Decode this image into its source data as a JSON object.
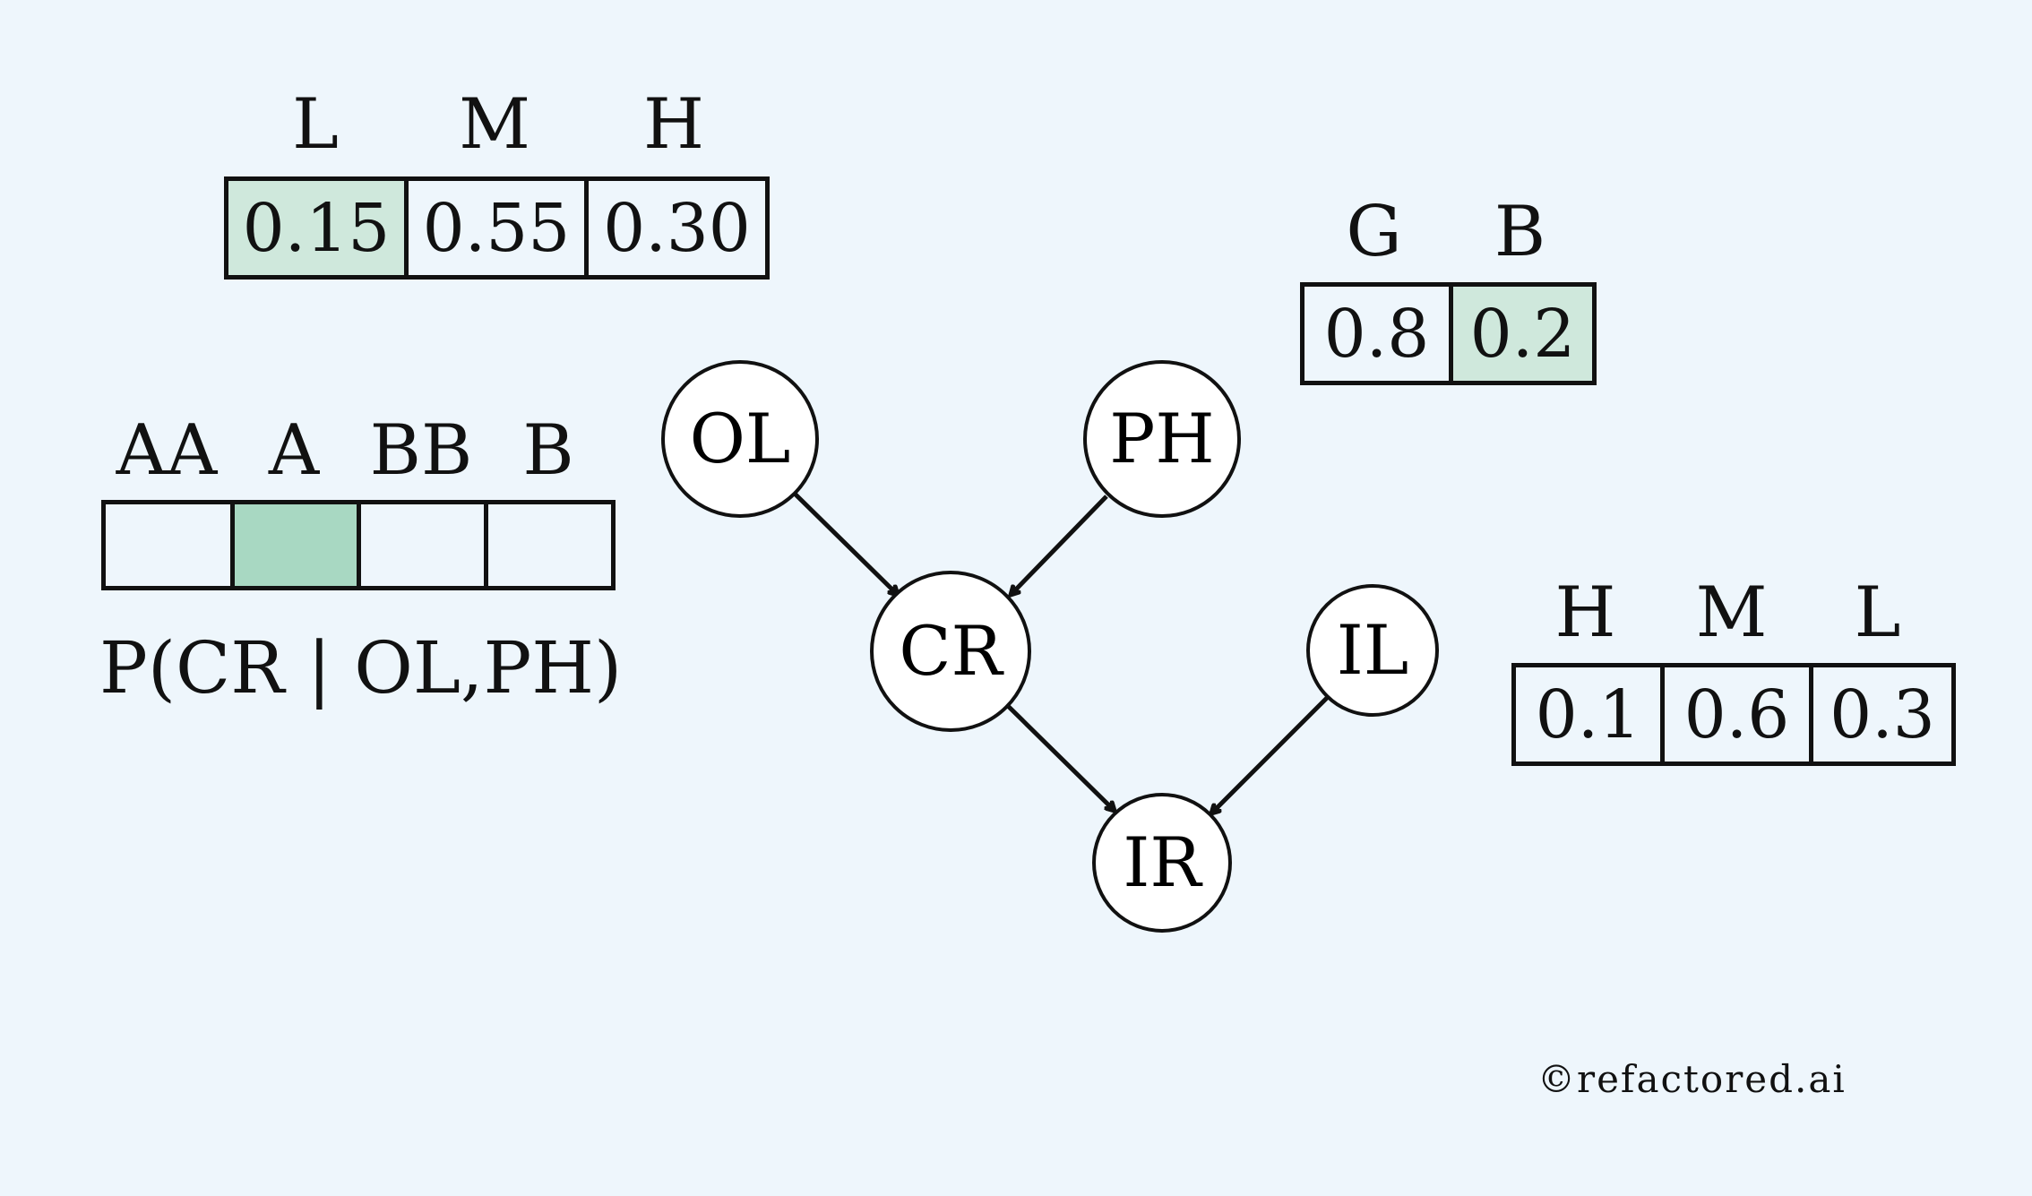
{
  "tables": {
    "top_left": {
      "headers": [
        "L",
        "M",
        "H"
      ],
      "values": [
        "0.15",
        "0.55",
        "0.30"
      ]
    },
    "top_right": {
      "headers": [
        "G",
        "B"
      ],
      "values": [
        "0.8",
        "0.2"
      ]
    },
    "left": {
      "headers": [
        "AA",
        "A",
        "BB",
        "B"
      ],
      "values": [
        "",
        "",
        "",
        ""
      ],
      "caption": "P(CR | OL,PH)"
    },
    "right": {
      "headers": [
        "H",
        "M",
        "L"
      ],
      "values": [
        "0.1",
        "0.6",
        "0.3"
      ]
    }
  },
  "nodes": {
    "ol": "OL",
    "ph": "PH",
    "cr": "CR",
    "il": "IL",
    "ir": "IR"
  },
  "colors": {
    "background": "#eef6fc",
    "highlight_light": "#cfe8dc",
    "highlight_strong": "#a8d8c2"
  },
  "footer": {
    "copyright": "©refactored.ai"
  }
}
